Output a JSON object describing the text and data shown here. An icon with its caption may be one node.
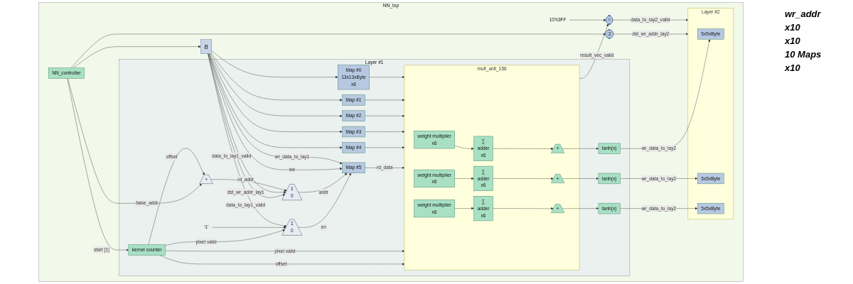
{
  "diagram": {
    "nodes": [
      {
        "text": [
          "NN_top"
        ]
      },
      {
        "text": [
          "8"
        ],
        "in": 0
      },
      {
        "text": [
          "NN_controller"
        ],
        "in": 0
      },
      {
        "text": [
          ":2"
        ],
        "in": 0
      },
      {
        "text": [
          "="
        ],
        "in": 0
      },
      {
        "text": [
          "10'h3FF"
        ],
        "in": 0
      },
      {
        "text": [
          "Layer #1"
        ],
        "in": 0
      },
      {
        "text": [
          "kernel counter"
        ],
        "in": 6
      },
      {
        "text": [
          "+"
        ],
        "in": 6
      },
      {
        "text": [
          "1",
          "0"
        ],
        "in": 6
      },
      {
        "text": [
          "‘1’"
        ],
        "in": 6
      },
      {
        "text": [
          "1",
          "0"
        ],
        "in": 6
      },
      {
        "text": [
          "Map #5"
        ],
        "in": 6
      },
      {
        "text": [
          "Map #4"
        ],
        "in": 6
      },
      {
        "text": [
          "Map #3"
        ],
        "in": 6
      },
      {
        "text": [
          "Map #2"
        ],
        "in": 6
      },
      {
        "text": [
          "Map #1"
        ],
        "in": 6
      },
      {
        "text": [
          "Map #0",
          "13x13xByte",
          "x6"
        ],
        "in": 6
      },
      {
        "text": [
          "mult_unit_156"
        ],
        "in": 6
      },
      {
        "text": [
          "weight multiplier",
          "x6"
        ],
        "in": 18
      },
      {
        "text": [
          "weight multiplier",
          "x6"
        ],
        "in": 18
      },
      {
        "text": [
          "weight multiplier",
          "x6"
        ],
        "in": 18
      },
      {
        "text": [
          "∑",
          "adder",
          "x6"
        ],
        "in": 18
      },
      {
        "text": [
          "∑",
          "adder",
          "x6"
        ],
        "in": 18
      },
      {
        "text": [
          "∑",
          "adder",
          "x6"
        ],
        "in": 18
      },
      {
        "text": [
          "+"
        ],
        "in": 18
      },
      {
        "text": [
          "+"
        ],
        "in": 18
      },
      {
        "text": [
          "+"
        ],
        "in": 18
      },
      {
        "text": [
          "tanh(x)"
        ],
        "in": 6
      },
      {
        "text": [
          "tanh(x)"
        ],
        "in": 6
      },
      {
        "text": [
          "tanh(x)"
        ],
        "in": 6
      },
      {
        "text": [
          "Layer #2"
        ],
        "in": 0
      },
      {
        "text": [
          "5x5xByte"
        ],
        "in": 31
      },
      {
        "text": [
          "5x5xByte"
        ],
        "in": 31
      },
      {
        "text": [
          "5x5xByte"
        ],
        "in": 31
      }
    ],
    "edges": [
      {
        "from": 2,
        "to": 1,
        "arrow": "to"
      },
      {
        "from": 2,
        "to": 7,
        "arrow": "to",
        "label": "start [1]"
      },
      {
        "from": 2,
        "to": 8,
        "arrow": "to",
        "label": "base_addr"
      },
      {
        "from": 2,
        "to": 3,
        "arrow": "to"
      },
      {
        "from": 3,
        "to": 31,
        "arrow": "to",
        "label": "dst_wr_addr_lay2"
      },
      {
        "from": 5,
        "to": 4,
        "arrow": "to"
      },
      {
        "from": 4,
        "to": 31,
        "arrow": "to",
        "label": "data_to_lay2_valid"
      },
      {
        "from": 18,
        "to": 4,
        "arrow": "to",
        "label": "result_vec_valid"
      },
      {
        "from": 7,
        "to": 8,
        "arrow": "to",
        "label": "offset"
      },
      {
        "from": 7,
        "to": 18,
        "arrow": "to",
        "label": "offset"
      },
      {
        "from": 7,
        "to": 18,
        "arrow": "to",
        "label": "pixel valid"
      },
      {
        "from": 7,
        "to": 9,
        "arrow": "to",
        "label": "pixel valid"
      },
      {
        "from": 10,
        "to": 9,
        "arrow": "to"
      },
      {
        "from": 1,
        "to": 9,
        "arrow": "to",
        "label": "data_to_lay1_valid"
      },
      {
        "from": 1,
        "to": 11,
        "arrow": "to",
        "label": "data_to_lay1_valid"
      },
      {
        "from": 1,
        "to": 11,
        "arrow": "to",
        "label": "dst_wr_addr_lay1"
      },
      {
        "from": 8,
        "to": 11,
        "arrow": "to",
        "label": "rd_addr"
      },
      {
        "from": 9,
        "to": 12,
        "arrow": "to",
        "label": "en"
      },
      {
        "from": 11,
        "to": 12,
        "arrow": "to",
        "label": "addr"
      },
      {
        "from": 1,
        "to": 12,
        "arrow": "to",
        "label": "we"
      },
      {
        "from": 1,
        "to": 12,
        "arrow": "to",
        "label": "wr_data_to_lay1"
      },
      {
        "from": 1,
        "to": 13,
        "arrow": "to"
      },
      {
        "from": 1,
        "to": 14,
        "arrow": "to"
      },
      {
        "from": 1,
        "to": 15,
        "arrow": "to"
      },
      {
        "from": 1,
        "to": 16,
        "arrow": "to"
      },
      {
        "from": 1,
        "to": 17,
        "arrow": "to"
      },
      {
        "from": 12,
        "to": 18,
        "arrow": "to",
        "label": "rd_data"
      },
      {
        "from": 13,
        "to": 18,
        "arrow": "to"
      },
      {
        "from": 14,
        "to": 18,
        "arrow": "to"
      },
      {
        "from": 15,
        "to": 18,
        "arrow": "to"
      },
      {
        "from": 16,
        "to": 18,
        "arrow": "to"
      },
      {
        "from": 17,
        "to": 18,
        "arrow": "to"
      },
      {
        "from": 19,
        "to": 22,
        "arrow": "to"
      },
      {
        "from": 20,
        "to": 23,
        "arrow": "to"
      },
      {
        "from": 21,
        "to": 24,
        "arrow": "to"
      },
      {
        "from": 22,
        "to": 25,
        "arrow": "to"
      },
      {
        "from": 23,
        "to": 26,
        "arrow": "to"
      },
      {
        "from": 24,
        "to": 27,
        "arrow": "to"
      },
      {
        "from": 25,
        "to": 28,
        "arrow": "to"
      },
      {
        "from": 26,
        "to": 29,
        "arrow": "to"
      },
      {
        "from": 27,
        "to": 30,
        "arrow": "to"
      },
      {
        "from": 28,
        "to": 32,
        "arrow": "to",
        "label": "wr_data_to_lay2"
      },
      {
        "from": 29,
        "to": 33,
        "arrow": "to",
        "label": "wr_data_to_lay2"
      },
      {
        "from": 30,
        "to": 34,
        "arrow": "to",
        "label": "wr_data_to_lay2"
      }
    ],
    "labels": [
      "wr_addr",
      "x10",
      "x10",
      "10 Maps",
      "x10"
    ]
  }
}
